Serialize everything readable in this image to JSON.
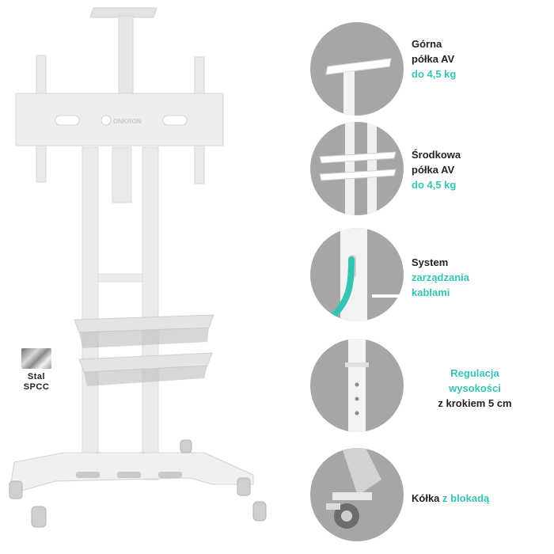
{
  "brand": "ONKRON",
  "material": {
    "line1": "Stal",
    "line2": "SPCC"
  },
  "features": [
    {
      "lines": [
        {
          "text": "Górna",
          "accent": false
        },
        {
          "text": "półka AV",
          "accent": false
        },
        {
          "text": "do 4,5 kg",
          "accent": true
        }
      ]
    },
    {
      "lines": [
        {
          "text": "Środkowa",
          "accent": false
        },
        {
          "text": "półka AV",
          "accent": false
        },
        {
          "text": "do 4,5 kg",
          "accent": true
        }
      ]
    },
    {
      "lines": [
        {
          "text": "System",
          "accent": false
        },
        {
          "text": "zarządzania",
          "accent": true
        },
        {
          "text": "kablami",
          "accent": true
        }
      ]
    },
    {
      "lines": [
        {
          "text": "Regulacja",
          "accent": true
        },
        {
          "text": "wysokości",
          "accent": true
        },
        {
          "text": "z krokiem 5 cm",
          "accent": false
        }
      ]
    },
    {
      "lines": [
        {
          "text": "Kółka",
          "accent": false
        },
        {
          "text": " z blokadą",
          "accent": true
        }
      ]
    }
  ],
  "colors": {
    "accent": "#34c4b4",
    "circle_bg": "#a6a6a6",
    "stand": "#ececec",
    "shelf": "#b5b5b5"
  }
}
